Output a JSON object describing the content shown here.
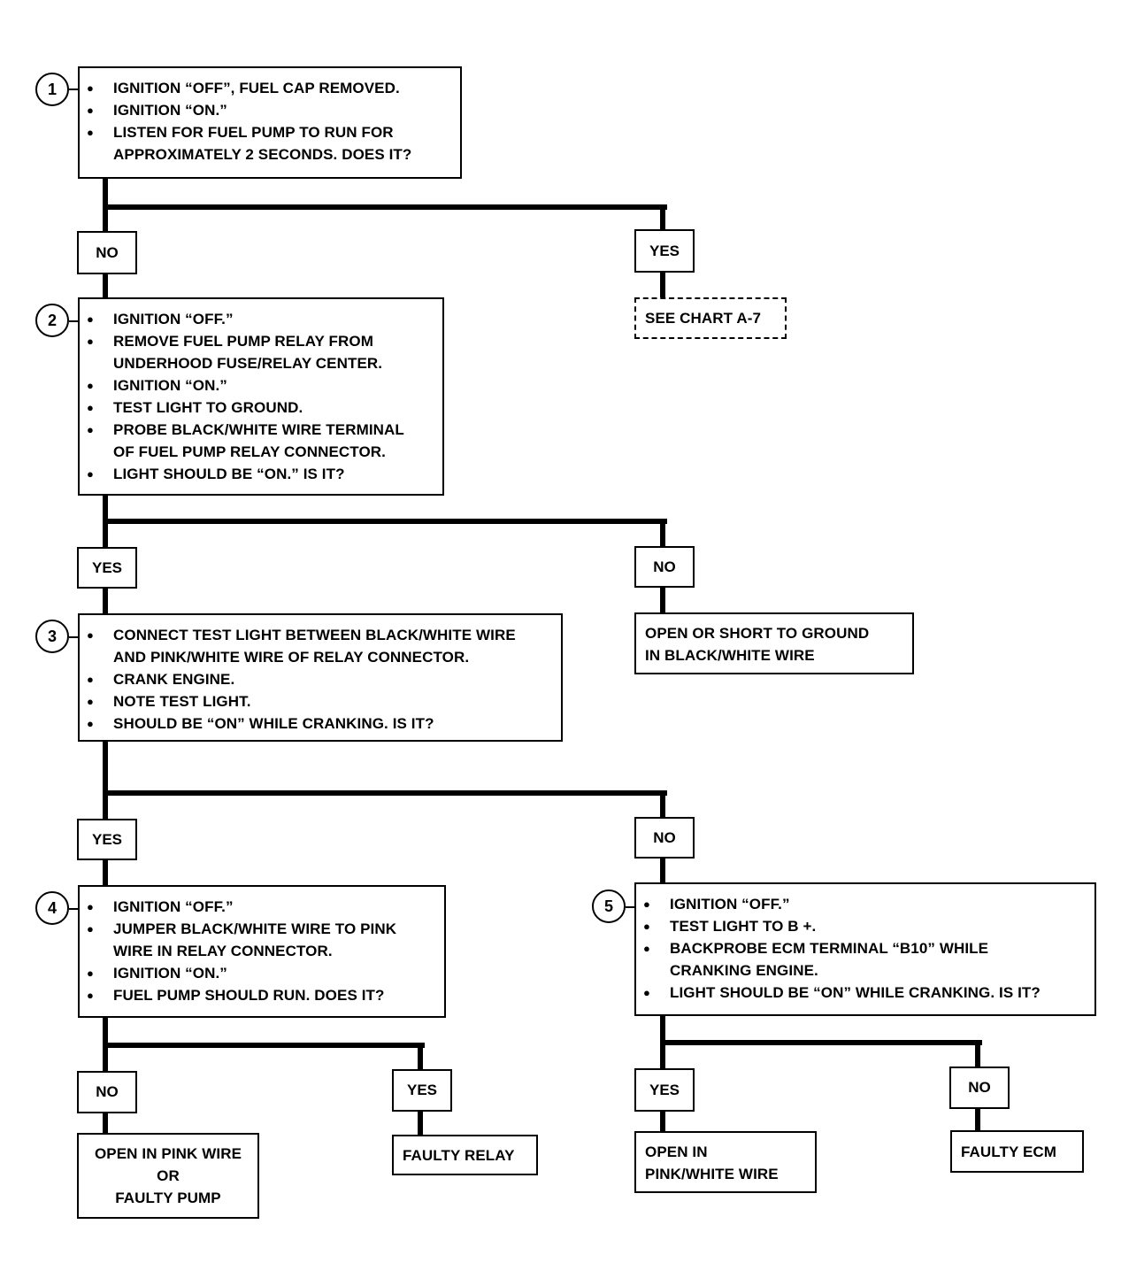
{
  "steps": [
    {
      "number": "1",
      "lines": [
        [
          "IGNITION “OFF”, FUEL CAP REMOVED."
        ],
        [
          "IGNITION “ON.”"
        ],
        [
          "LISTEN FOR FUEL PUMP TO RUN FOR",
          "APPROXIMATELY 2 SECONDS.  DOES IT?"
        ]
      ]
    },
    {
      "number": "2",
      "lines": [
        [
          "IGNITION “OFF.”"
        ],
        [
          "REMOVE FUEL PUMP RELAY FROM",
          "UNDERHOOD FUSE/RELAY CENTER."
        ],
        [
          "IGNITION “ON.”"
        ],
        [
          "TEST LIGHT TO GROUND."
        ],
        [
          "PROBE BLACK/WHITE WIRE TERMINAL",
          "OF FUEL PUMP RELAY CONNECTOR."
        ],
        [
          "LIGHT SHOULD BE “ON.”  IS IT?"
        ]
      ]
    },
    {
      "number": "3",
      "lines": [
        [
          "CONNECT TEST LIGHT BETWEEN BLACK/WHITE WIRE",
          "AND PINK/WHITE WIRE OF RELAY CONNECTOR."
        ],
        [
          "CRANK ENGINE."
        ],
        [
          "NOTE TEST LIGHT."
        ],
        [
          "SHOULD BE “ON” WHILE CRANKING.  IS IT?"
        ]
      ]
    },
    {
      "number": "4",
      "lines": [
        [
          "IGNITION “OFF.”"
        ],
        [
          "JUMPER BLACK/WHITE WIRE TO PINK",
          "WIRE IN RELAY CONNECTOR."
        ],
        [
          "IGNITION “ON.”"
        ],
        [
          "FUEL PUMP SHOULD RUN.  DOES IT?"
        ]
      ]
    },
    {
      "number": "5",
      "lines": [
        [
          "IGNITION “OFF.”"
        ],
        [
          "TEST LIGHT TO B +."
        ],
        [
          "BACKPROBE ECM TERMINAL “B10” WHILE",
          "CRANKING ENGINE."
        ],
        [
          "LIGHT SHOULD BE “ON” WHILE CRANKING.  IS IT?"
        ]
      ]
    }
  ],
  "branches": {
    "s1_no": "NO",
    "s1_yes": "YES",
    "s2_yes": "YES",
    "s2_no": "NO",
    "s3_yes": "YES",
    "s3_no": "NO",
    "s4_no": "NO",
    "s4_yes": "YES",
    "s5_yes": "YES",
    "s5_no": "NO"
  },
  "results": {
    "see_chart": "SEE CHART A-7",
    "open_short": [
      "OPEN OR SHORT TO GROUND",
      "IN BLACK/WHITE WIRE"
    ],
    "open_pink": [
      "OPEN IN PINK WIRE",
      "OR",
      "FAULTY PUMP"
    ],
    "faulty_relay": "FAULTY RELAY",
    "open_pink_white": [
      "OPEN IN",
      "PINK/WHITE WIRE"
    ],
    "faulty_ecm": "FAULTY ECM"
  }
}
